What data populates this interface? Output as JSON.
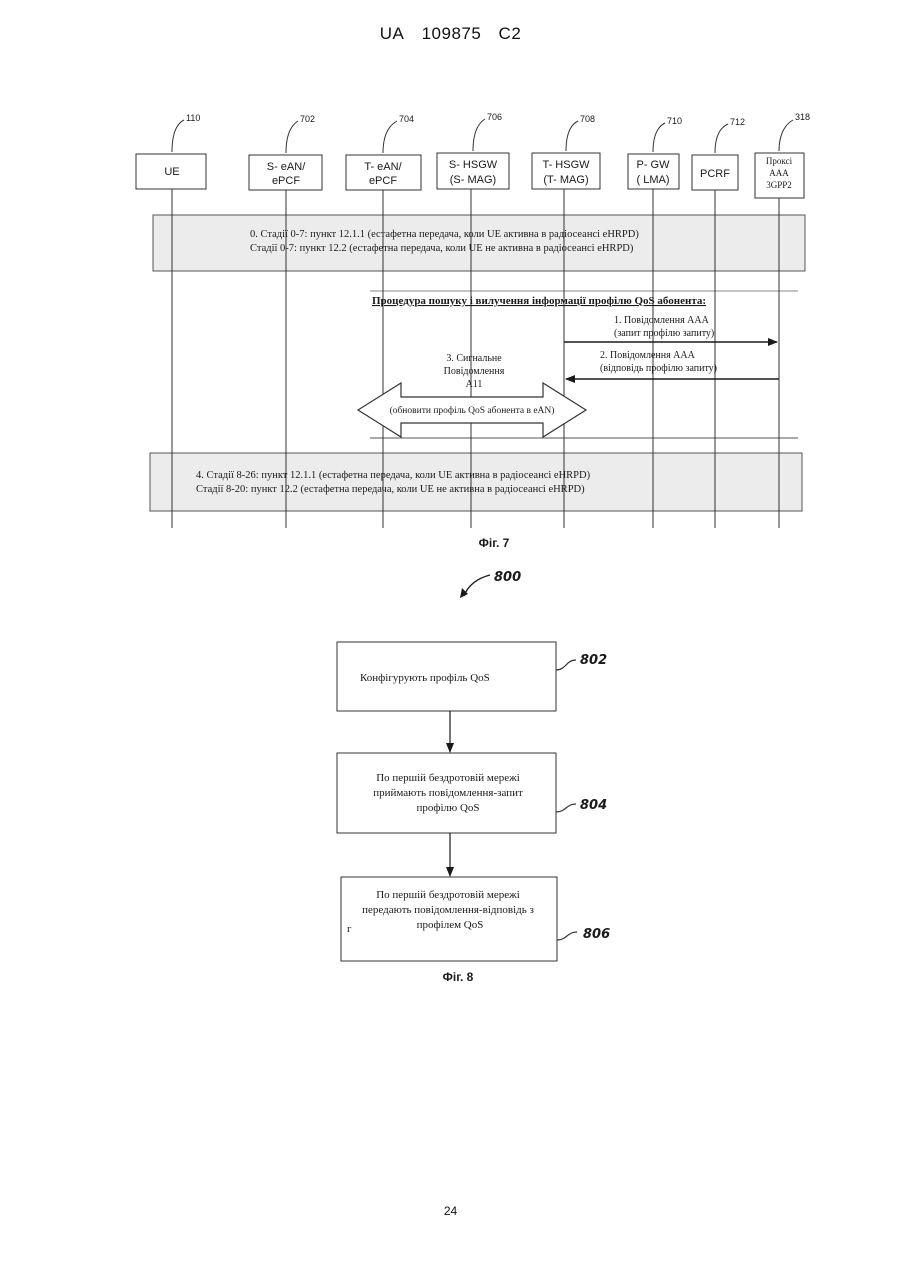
{
  "header": {
    "country": "UA",
    "number": "109875",
    "kind": "C2"
  },
  "page_number": "24",
  "fig7": {
    "caption": "Фіг. 7",
    "entities": [
      {
        "ref": "110",
        "line1": "UE",
        "line2": ""
      },
      {
        "ref": "702",
        "line1": "S- eAN/",
        "line2": "ePCF"
      },
      {
        "ref": "704",
        "line1": "T- eAN/",
        "line2": "ePCF"
      },
      {
        "ref": "706",
        "line1": "S- HSGW",
        "line2": "(S- MAG)"
      },
      {
        "ref": "708",
        "line1": "T- HSGW",
        "line2": "(T- MAG)"
      },
      {
        "ref": "710",
        "line1": "P- GW",
        "line2": "( LMA)"
      },
      {
        "ref": "712",
        "line1": "PCRF",
        "line2": ""
      },
      {
        "ref": "318",
        "line1": "Проксі",
        "line2": "AAA",
        "line3": "3GPP2"
      }
    ],
    "stage0": {
      "line1": "0. Стадії 0-7: пункт 12.1.1 (естафетна передача, коли UE активна в радіосеансі eHRPD)",
      "line2": "Стадії 0-7: пункт 12.2 (естафетна передача, коли UE не активна в радіосеансі eHRPD)"
    },
    "procedure_title": "Процедура пошуку і вилучення інформації профілю QoS абонента:",
    "msg1": {
      "line1": "1. Повідомлення ААА",
      "line2": "(запит профілю запиту)"
    },
    "msg2": {
      "line1": "2. Повідомлення ААА",
      "line2": "(відповідь профілю запиту)"
    },
    "msg3": {
      "line1": "3. Сигнальне",
      "line2": "Повідомлення",
      "line3": "А11",
      "line4": "(обновити профіль QoS абонента в eAN)"
    },
    "stage4": {
      "line1": "4. Стадії 8-26: пункт 12.1.1 (естафетна передача, коли UE активна в радіосеансі eHRPD)",
      "line2": "Стадії 8-20: пункт 12.2 (естафетна передача, коли UE не активна в радіосеансі eHRPD)"
    }
  },
  "fig8": {
    "ref": "800",
    "caption": "Фіг. 8",
    "steps": [
      {
        "ref": "802",
        "lines": [
          "Конфігурують профіль QoS"
        ]
      },
      {
        "ref": "804",
        "lines": [
          "По першій бездротовій мережі",
          "приймають повідомлення-запит",
          "профілю QoS"
        ]
      },
      {
        "ref": "806",
        "lines": [
          "По першій бездротовій мережі",
          "передають повідомлення-відповідь з",
          "профілем QoS"
        ]
      }
    ],
    "stray_mark": "г"
  },
  "colors": {
    "ink": "#1a1a1a",
    "paper": "#ffffff"
  }
}
